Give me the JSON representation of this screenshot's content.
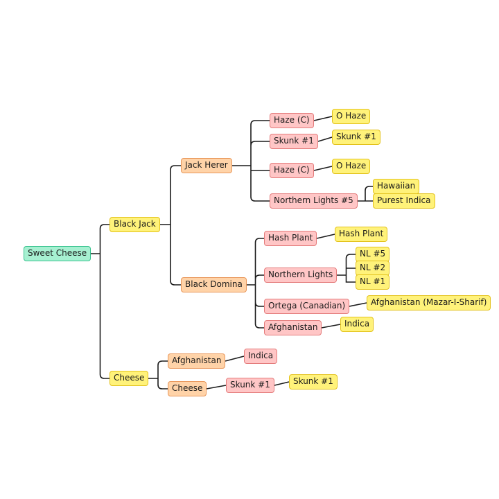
{
  "tree": {
    "root": "Sweet Cheese",
    "black_jack": "Black Jack",
    "jack_herer": "Jack Herer",
    "jh_haze_c_1": "Haze (C)",
    "jh_o_haze_1": "O Haze",
    "jh_skunk1_a": "Skunk #1",
    "jh_skunk1_b": "Skunk #1",
    "jh_haze_c_2": "Haze (C)",
    "jh_o_haze_2": "O Haze",
    "jh_northern_lights5": "Northern Lights #5",
    "jh_hawaiian": "Hawaiian",
    "jh_purest_indica": "Purest Indica",
    "black_domina": "Black Domina",
    "bd_hash_plant_a": "Hash Plant",
    "bd_hash_plant_b": "Hash Plant",
    "bd_northern_lights": "Northern Lights",
    "bd_nl5": "NL #5",
    "bd_nl2": "NL #2",
    "bd_nl1": "NL #1",
    "bd_ortega": "Ortega (Canadian)",
    "bd_afghanistan_mazar": "Afghanistan (Mazar-I-Sharif)",
    "bd_afghanistan": "Afghanistan",
    "bd_indica": "Indica",
    "cheese": "Cheese",
    "ch_afghanistan": "Afghanistan",
    "ch_indica": "Indica",
    "ch_cheese": "Cheese",
    "ch_skunk1_a": "Skunk #1",
    "ch_skunk1_b": "Skunk #1"
  },
  "colors": {
    "root": "#a6f0d1",
    "level1": "#fff27a",
    "level2": "#ffd3a8",
    "level3": "#ffc6c6",
    "leaf": "#fff27a",
    "connector": "#1a1a1a"
  }
}
